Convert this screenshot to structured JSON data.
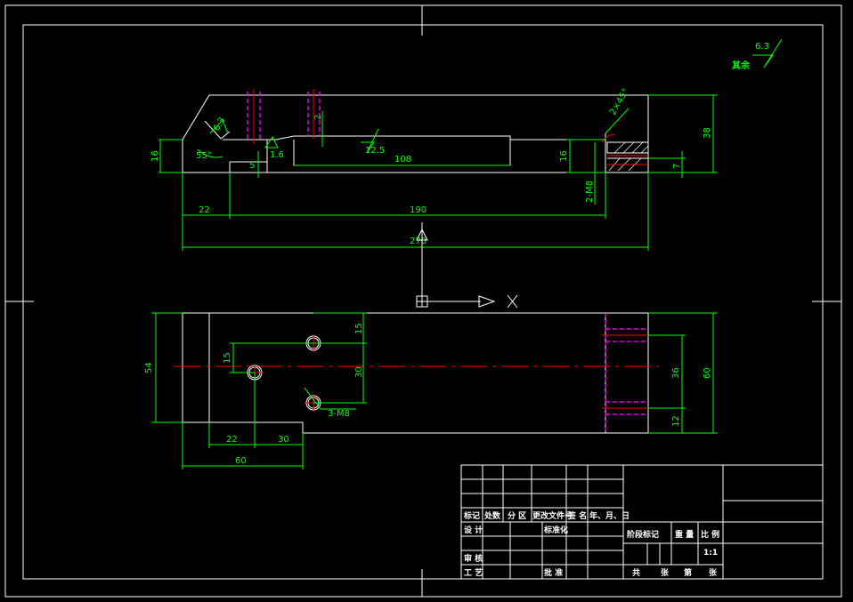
{
  "colors": {
    "background": "#000000",
    "outline": "#ffffff",
    "dimension": "#00ff00",
    "hidden": "#ff00ff",
    "centerline": "#ff0000"
  },
  "roughness": {
    "prefix": "其余",
    "value": "6.3"
  },
  "front_view": {
    "dims": {
      "h16_left": "16",
      "angle55": "55°",
      "r63": "6.3",
      "r16": "1.6",
      "d5": "5",
      "d2": "2",
      "r125": "12.5",
      "d108": "108",
      "d22": "22",
      "d190": "190",
      "d270": "270",
      "h16_right": "16",
      "chamfer": "2×45°",
      "thread": "2-M8",
      "h7": "7",
      "h38": "38"
    }
  },
  "ucs": {
    "x_label": "X"
  },
  "top_view": {
    "dims": {
      "h54": "54",
      "d15_top": "15",
      "d15_left": "15",
      "d30_vert": "30",
      "holes": "3-M8",
      "d22": "22",
      "d30": "30",
      "d60": "60",
      "d36": "36",
      "d12": "12",
      "h60": "60"
    }
  },
  "title_block": {
    "header": {
      "biaoji": "标记",
      "chushu": "处数",
      "fenqu": "分 区",
      "gengwen": "更改文件号",
      "qianming": "签 名",
      "date": "年、月、日"
    },
    "rows": {
      "sheji": "设 计",
      "biaozhunhua": "标准化",
      "shenhe": "审 核",
      "gongyi": "工 艺",
      "pizhun": "批 准"
    },
    "right": {
      "jieduan": "阶段标记",
      "zhongliang": "重 量",
      "bili": "比 例",
      "scale": "1:1",
      "gong": "共",
      "zhang1": "张",
      "di": "第",
      "zhang2": "张"
    }
  }
}
